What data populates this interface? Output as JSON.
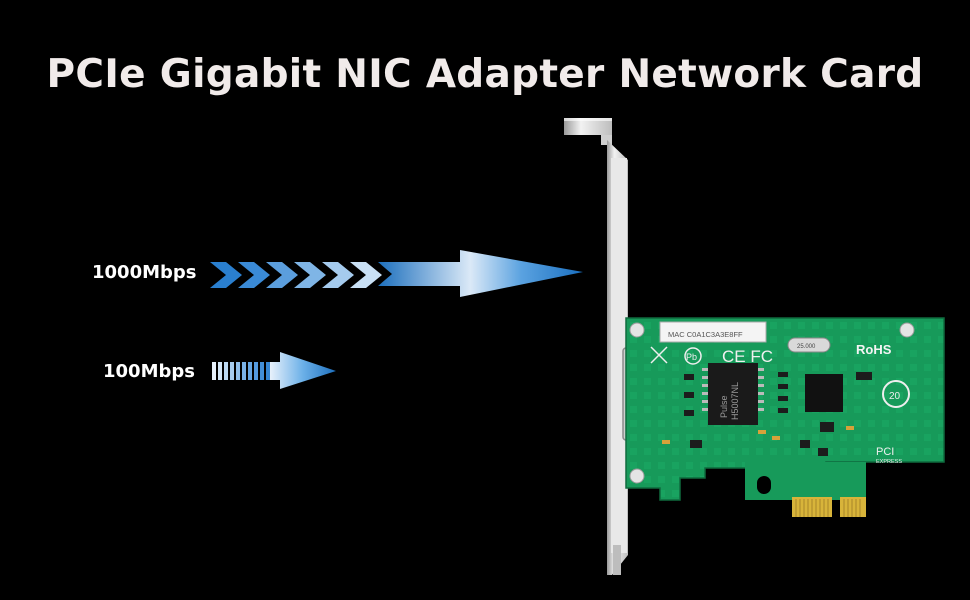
{
  "title": "PCIe Gigabit NIC Adapter Network Card",
  "speeds": [
    {
      "label": "1000Mbps"
    },
    {
      "label": "100Mbps"
    }
  ],
  "card": {
    "mac_label": "MAC C0A1C3A3E8FF",
    "chip_brand": "Pulse",
    "chip_model": "H5007NL",
    "crystal_label": "25.000",
    "rohs_label": "RoHS",
    "ce_fc_label": "CE FC",
    "pb_label": "Pb",
    "pci_label": "PCI",
    "express_label": "EXPRESS",
    "eco_label": "20"
  },
  "colors": {
    "background": "#000000",
    "title": "#f1ebea",
    "arrow_blue": "#1f78c4",
    "pcb_green": "#179a5a",
    "gold": "#d8b43a",
    "bracket": "#d9d9d9"
  }
}
